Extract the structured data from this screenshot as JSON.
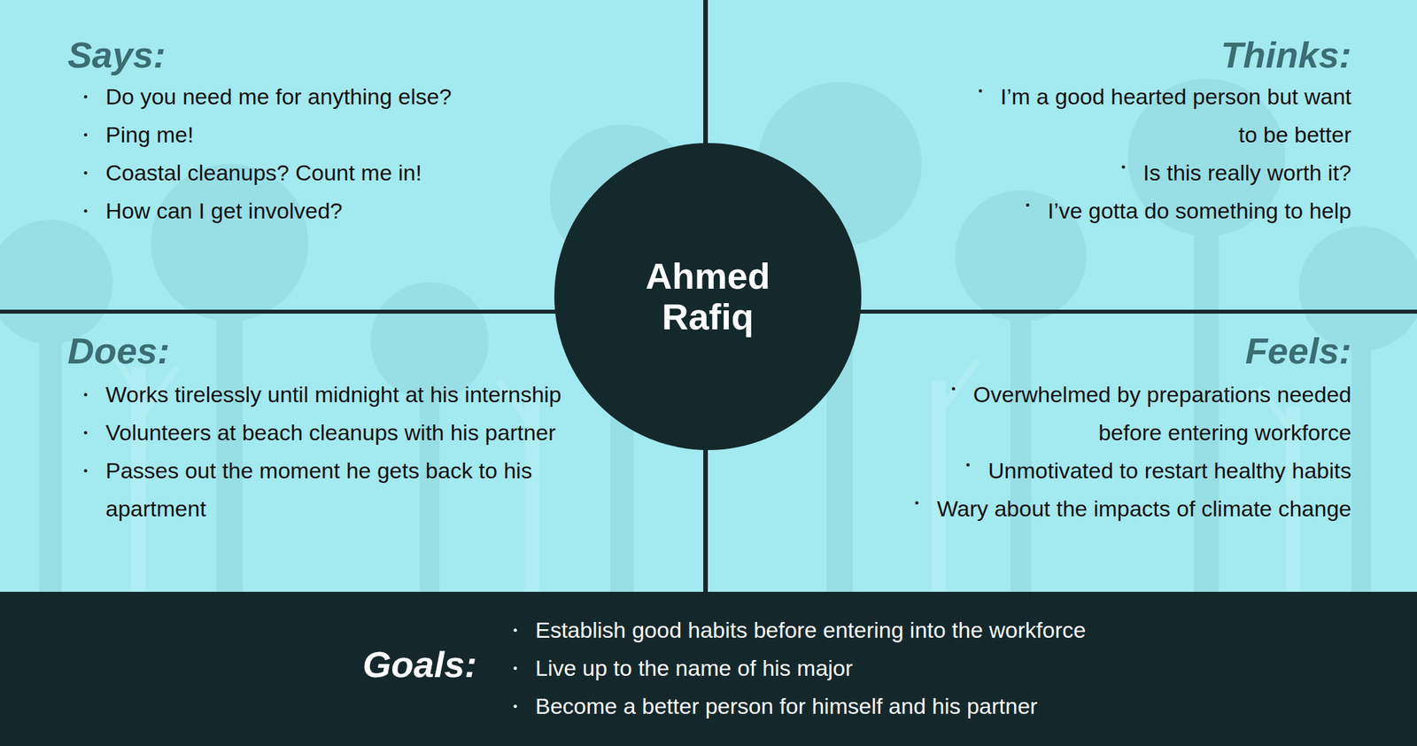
{
  "diagram": {
    "nodes": [
      {
        "text": [
          "Says:",
          "Do you need me for anything else?",
          "Ping me!",
          "Coastal cleanups? Count me in!",
          "How can I get involved?"
        ]
      },
      {
        "text": [
          "Thinks:",
          "I’m a good hearted person but want to be better",
          "Is this really worth it?",
          "I’ve gotta do something to help"
        ]
      },
      {
        "text": [
          "Ahmed Rafiq"
        ]
      },
      {
        "text": [
          "Does:",
          "Works tirelessly until midnight at his internship",
          "Volunteers at beach cleanups with his partner",
          "Passes out the moment he gets back to his apartment"
        ]
      },
      {
        "text": [
          "Feels:",
          "Overwhelmed by preparations needed before entering workforce",
          "Unmotivated to restart healthy habits",
          "Wary about the impacts of climate change"
        ]
      },
      {
        "text": [
          "Goals:",
          "Establish good habits before entering into the workforce",
          "Live up to the name of his major",
          "Become a better person for himself and his partner"
        ]
      }
    ]
  }
}
